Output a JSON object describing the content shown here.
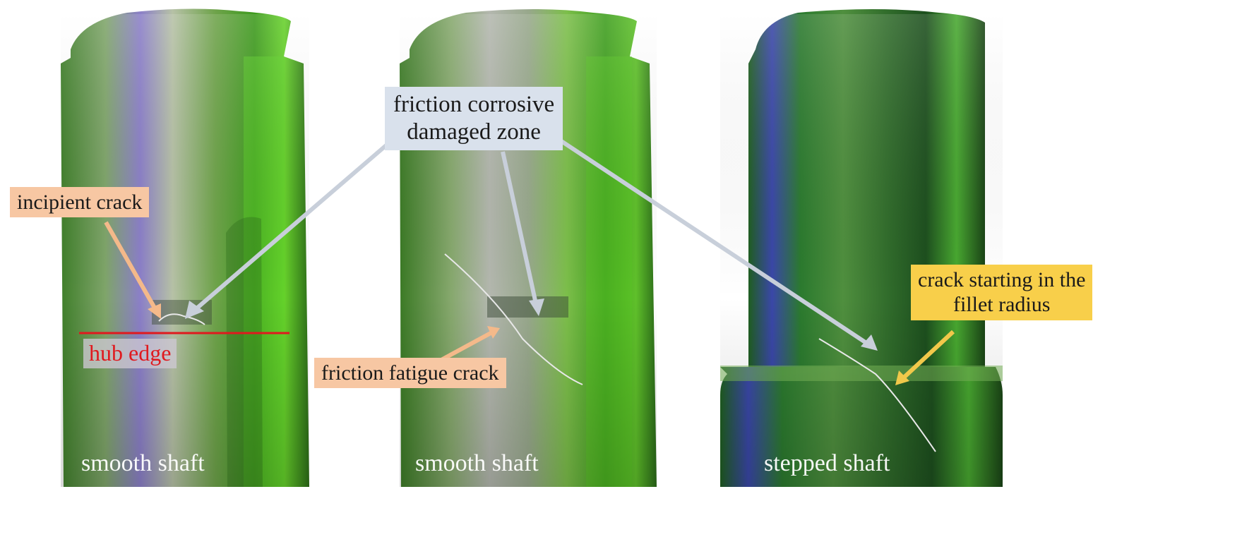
{
  "panels": [
    {
      "caption": "smooth shaft"
    },
    {
      "caption": "smooth shaft"
    },
    {
      "caption": "stepped shaft"
    }
  ],
  "labels": {
    "incipient_crack": "incipient crack",
    "hub_edge": "hub edge",
    "friction_corrosive_line1": "friction corrosive",
    "friction_corrosive_line2": "damaged zone",
    "friction_fatigue_crack": "friction fatigue crack",
    "fillet_crack_line1": "crack starting in the",
    "fillet_crack_line2": "fillet radius"
  },
  "colors": {
    "shaft_green": "#3f9e2a",
    "orange_label": "#f7c7a3",
    "blue_label": "#d9e1ec",
    "yellow_label": "#f8cf4a",
    "hub_edge_red": "#e0191e",
    "arrow_gray": "#c8cfda",
    "arrow_orange": "#f4b98a",
    "arrow_yellow": "#f1c84a"
  }
}
